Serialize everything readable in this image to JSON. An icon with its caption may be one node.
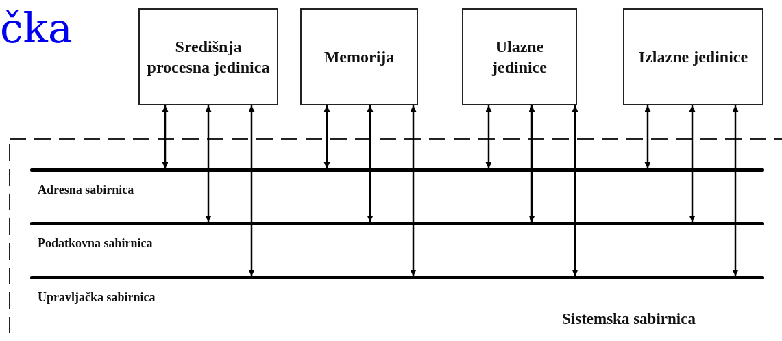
{
  "diagram": {
    "title": "čka",
    "nodes": [
      {
        "text": [
          "Sistemska sabirnica"
        ]
      },
      {
        "text": [
          "Središnja procesna jedinica"
        ]
      },
      {
        "text": [
          "Memorija"
        ]
      },
      {
        "text": [
          "Ulazne jedinice"
        ]
      },
      {
        "text": [
          "Izlazne jedinice"
        ]
      },
      {
        "text": [
          "Adresna sabirnica"
        ],
        "in": 0
      },
      {
        "text": [
          "Podatkovna sabirnica"
        ],
        "in": 0
      },
      {
        "text": [
          "Upravljačka sabirnica"
        ],
        "in": 0
      }
    ],
    "edges": [
      {
        "from": 1,
        "to": 5,
        "arrow": "both"
      },
      {
        "from": 1,
        "to": 6,
        "arrow": "both"
      },
      {
        "from": 1,
        "to": 7,
        "arrow": "both"
      },
      {
        "from": 2,
        "to": 5,
        "arrow": "both"
      },
      {
        "from": 2,
        "to": 6,
        "arrow": "both"
      },
      {
        "from": 2,
        "to": 7,
        "arrow": "both"
      },
      {
        "from": 3,
        "to": 5,
        "arrow": "both"
      },
      {
        "from": 3,
        "to": 6,
        "arrow": "both"
      },
      {
        "from": 3,
        "to": 7,
        "arrow": "both"
      },
      {
        "from": 4,
        "to": 5,
        "arrow": "both"
      },
      {
        "from": 4,
        "to": 6,
        "arrow": "both"
      },
      {
        "from": 4,
        "to": 7,
        "arrow": "both"
      }
    ]
  }
}
